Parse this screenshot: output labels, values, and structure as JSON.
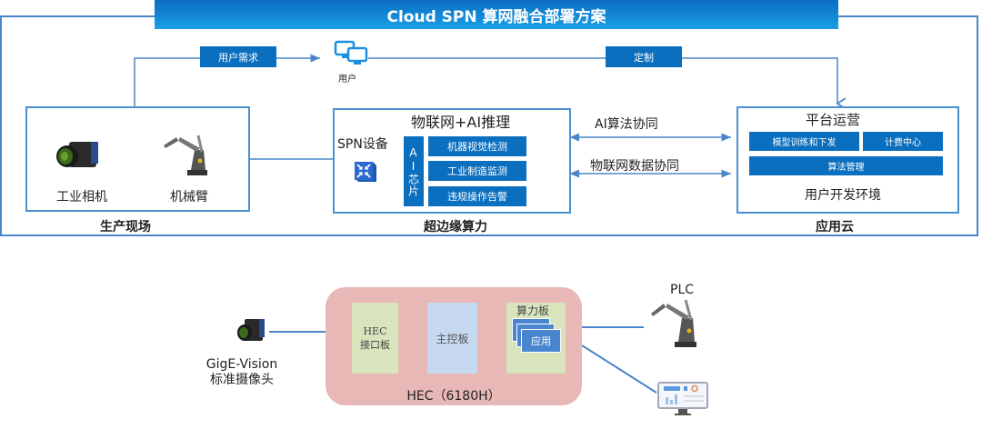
{
  "title": "Cloud SPN 算网融合部署方案",
  "top_flow": {
    "user_demand_label": "用户需求",
    "user_label": "用户",
    "customize_label": "定制"
  },
  "production_site": {
    "section_label": "生产现场",
    "devices": [
      {
        "label": "工业相机",
        "icon": "industrial-camera-icon"
      },
      {
        "label": "机械臂",
        "icon": "robot-arm-icon"
      }
    ]
  },
  "edge": {
    "section_label": "超边缘算力",
    "heading": "物联网+AI推理",
    "spn_label": "SPN设备",
    "ai_chip_label": "AI芯片",
    "functions": [
      "机器视觉检测",
      "工业制造监测",
      "违规操作告警"
    ]
  },
  "links": {
    "ai_algorithm": "AI算法协同",
    "iot_data": "物联网数据协同"
  },
  "cloud": {
    "section_label": "应用云",
    "heading": "平台运营",
    "cells": [
      "模型训练和下发",
      "计费中心",
      "算法管理"
    ],
    "footer": "用户开发环境"
  },
  "hec": {
    "camera_label_line1": "GigE-Vision",
    "camera_label_line2": "标准摄像头",
    "interface_board_line1": "HEC",
    "interface_board_line2": "接口板",
    "main_board": "主控板",
    "compute_board": "算力板",
    "app_label": "应用",
    "device_label": "HEC（6180H）",
    "plc_label": "PLC"
  },
  "colors": {
    "accent": "#0b6fbf",
    "line": "#4a86c8",
    "hec_bg": "#e8b8b6",
    "board_green": "#d8e4bc",
    "board_blue": "#c6d9f0",
    "app_blue": "#4a86d0"
  }
}
